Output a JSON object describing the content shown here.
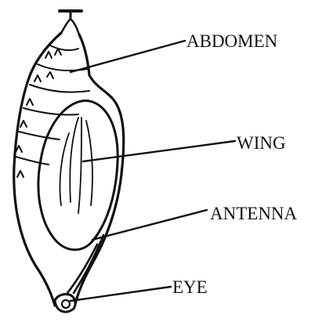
{
  "diagram": {
    "subject": "pupa (chrysalis) side view",
    "colors": {
      "ink": "#111111",
      "background": "#ffffff"
    },
    "labels": {
      "abdomen": "ABDOMEN",
      "wing": "WING",
      "antenna": "ANTENNA",
      "eye": "EYE"
    }
  }
}
